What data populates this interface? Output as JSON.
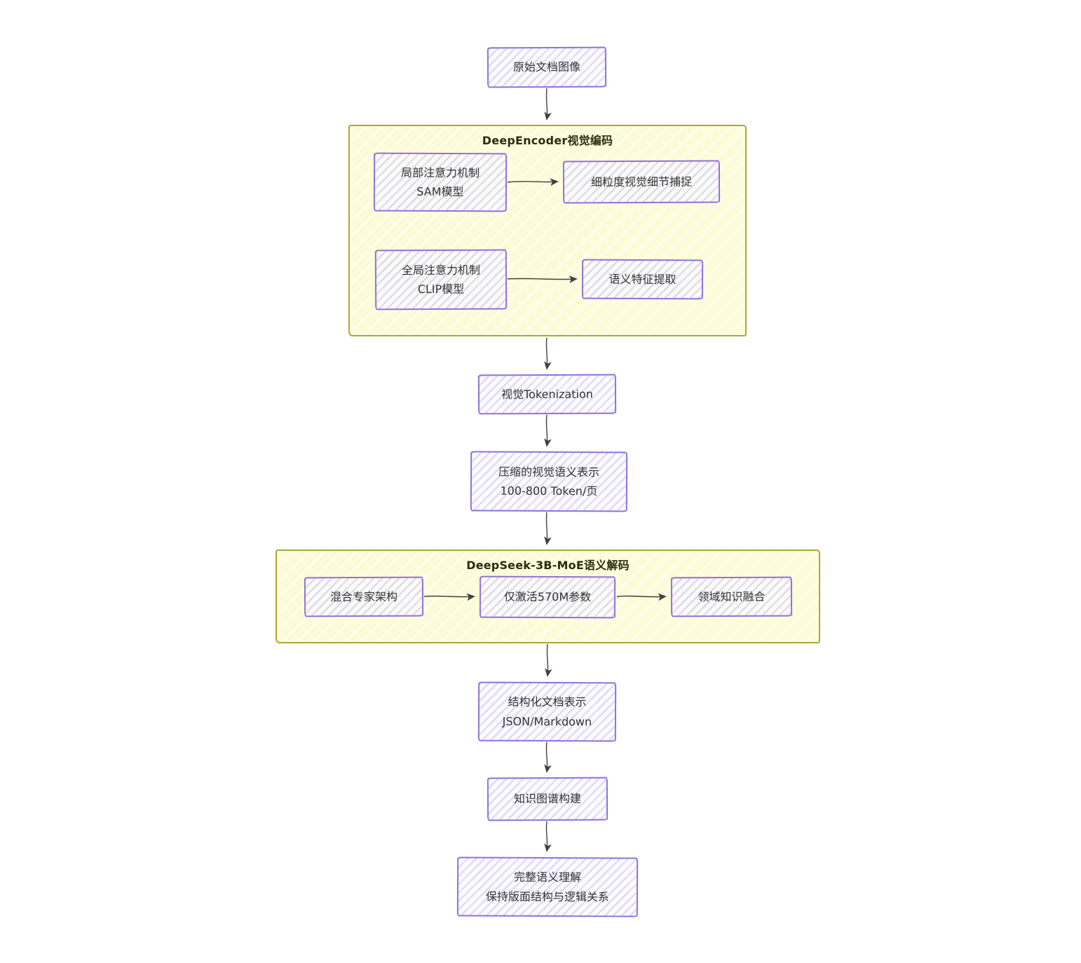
{
  "diagram": {
    "containers": {
      "deepencoder": {
        "title": "DeepEncoder视觉编码"
      },
      "deepseek": {
        "title": "DeepSeek-3B-MoE语义解码"
      }
    },
    "nodes": {
      "raw_image": {
        "label": "原始文档图像"
      },
      "local_attention": {
        "line1": "局部注意力机制",
        "line2": "SAM模型"
      },
      "fine_detail": {
        "label": "细粒度视觉细节捕捉"
      },
      "global_attention": {
        "line1": "全局注意力机制",
        "line2": "CLIP模型"
      },
      "semantic_extract": {
        "label": "语义特征提取"
      },
      "tokenization": {
        "label": "视觉Tokenization"
      },
      "compressed": {
        "line1": "压缩的视觉语义表示",
        "line2": "100-800 Token/页"
      },
      "moe": {
        "label": "混合专家架构"
      },
      "active_params": {
        "label": "仅激活570M参数"
      },
      "domain_fusion": {
        "label": "领域知识融合"
      },
      "structured": {
        "line1": "结构化文档表示",
        "line2": "JSON/Markdown"
      },
      "knowledge_graph": {
        "label": "知识图谱构建"
      },
      "full_understanding": {
        "line1": "完整语义理解",
        "line2": "保持版面结构与逻辑关系"
      }
    },
    "edges": [
      {
        "from": "原始文档图像",
        "to": "DeepEncoder视觉编码"
      },
      {
        "from": "局部注意力机制 SAM模型",
        "to": "细粒度视觉细节捕捉"
      },
      {
        "from": "全局注意力机制 CLIP模型",
        "to": "语义特征提取"
      },
      {
        "from": "DeepEncoder视觉编码",
        "to": "视觉Tokenization"
      },
      {
        "from": "视觉Tokenization",
        "to": "压缩的视觉语义表示 100-800 Token/页"
      },
      {
        "from": "压缩的视觉语义表示 100-800 Token/页",
        "to": "DeepSeek-3B-MoE语义解码"
      },
      {
        "from": "混合专家架构",
        "to": "仅激活570M参数"
      },
      {
        "from": "仅激活570M参数",
        "to": "领域知识融合"
      },
      {
        "from": "DeepSeek-3B-MoE语义解码",
        "to": "结构化文档表示 JSON/Markdown"
      },
      {
        "from": "结构化文档表示 JSON/Markdown",
        "to": "知识图谱构建"
      },
      {
        "from": "知识图谱构建",
        "to": "完整语义理解 保持版面结构与逻辑关系"
      }
    ],
    "colors": {
      "node_fill": "#ECECFF",
      "node_border": "#9370DB",
      "container_fill": "#FFFFDE",
      "container_border": "#AAAA33",
      "arrow": "#404040",
      "text": "#333333"
    }
  }
}
